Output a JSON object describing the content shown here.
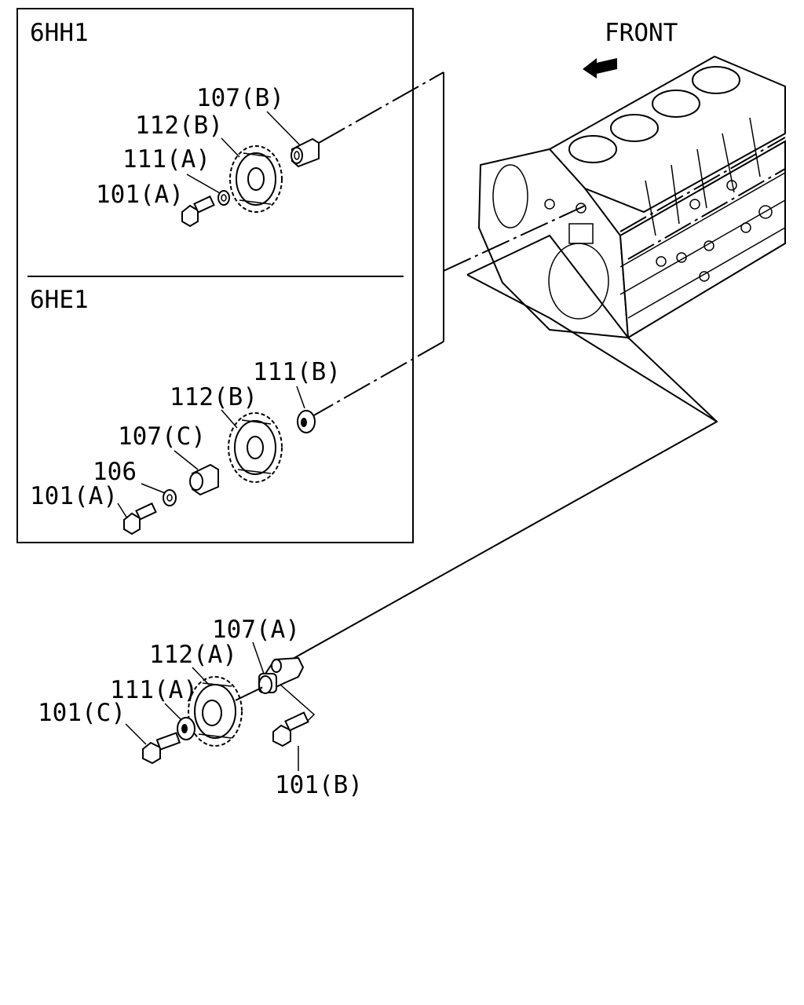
{
  "variants": {
    "top": "6HH1",
    "bottom": "6HE1"
  },
  "direction_label": "FRONT",
  "labels": {
    "hh1_107B": "107(B)",
    "hh1_112B": "112(B)",
    "hh1_111A": "111(A)",
    "hh1_101A": "101(A)",
    "he1_111B": "111(B)",
    "he1_112B": "112(B)",
    "he1_107C": "107(C)",
    "he1_106": "106",
    "he1_101A": "101(A)",
    "main_107A": "107(A)",
    "main_112A": "112(A)",
    "main_111A": "111(A)",
    "main_101C": "101(C)",
    "main_101B": "101(B)"
  }
}
